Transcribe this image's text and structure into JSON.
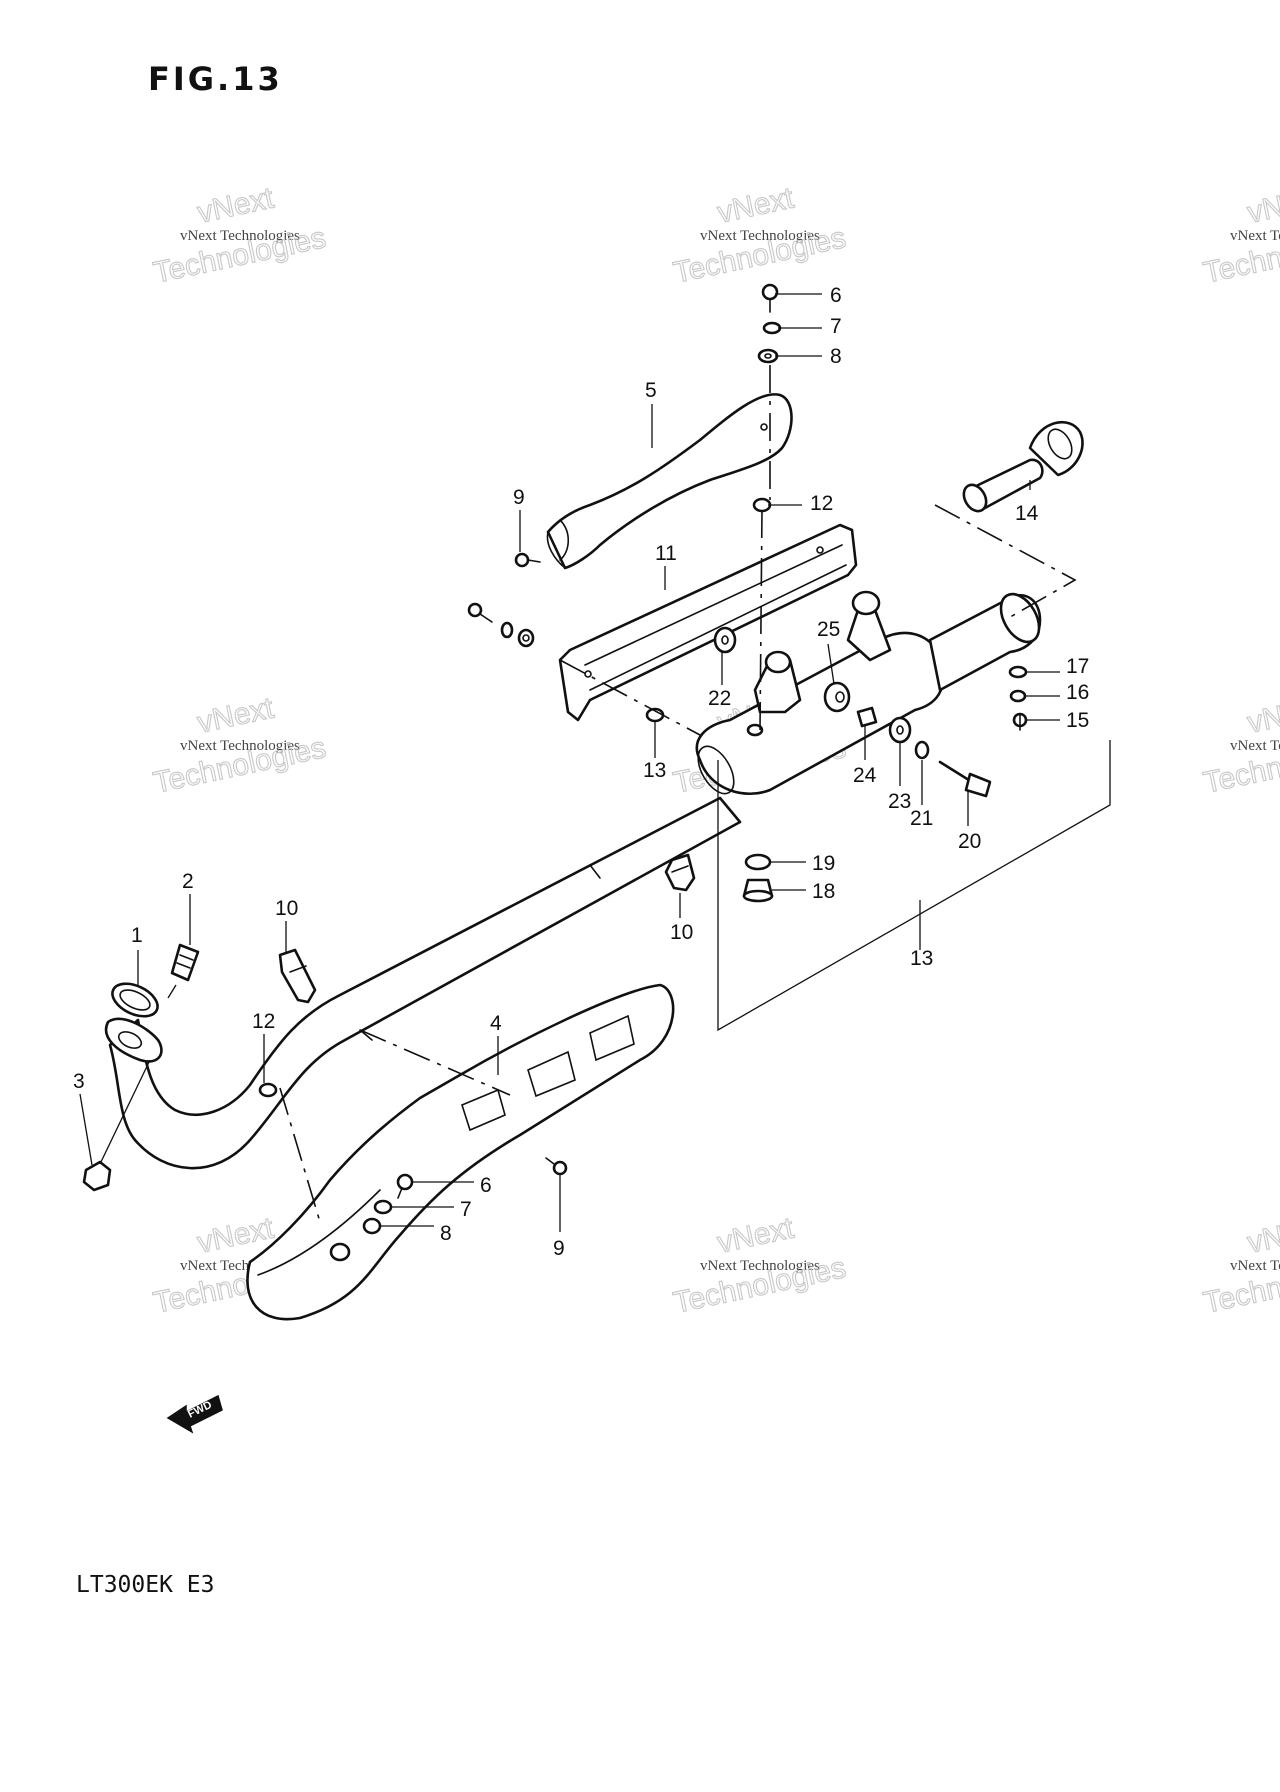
{
  "figure": {
    "title": "FIG.13",
    "model": "LT300EK  E3",
    "fwd_label": "FWD"
  },
  "watermark": {
    "line1": "vNext",
    "line2": "vNext Technologies",
    "line3": "Technologies"
  },
  "callouts": [
    "1",
    "2",
    "3",
    "4",
    "5",
    "6",
    "7",
    "8",
    "9",
    "10",
    "11",
    "12",
    "13",
    "14",
    "15",
    "16",
    "17",
    "18",
    "19",
    "20",
    "21",
    "22",
    "23",
    "24",
    "25"
  ],
  "colors": {
    "ink": "#111111",
    "paper": "#ffffff",
    "watermark": "#c8c8c8"
  }
}
